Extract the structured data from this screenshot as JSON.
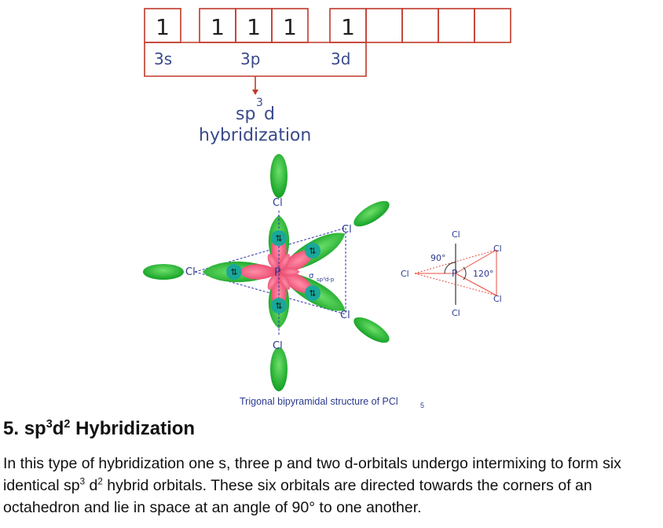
{
  "orbital_diagram": {
    "s_label": "3s",
    "p_label": "3p",
    "d_label": "3d",
    "electron_symbol": "1",
    "hybrid_prefix": "sp",
    "hybrid_sup": "3",
    "hybrid_suffix": "d",
    "hybrid_word": "hybridization",
    "colors": {
      "box": "#c0392b",
      "label": "#3a4a8a"
    }
  },
  "structure": {
    "central_atom": "P",
    "ligand_atom": "Cl",
    "sigma_symbol": "σ",
    "sigma_sub": "sp³d-p",
    "pair_symbol": "⇅",
    "angle_axial": "90°",
    "angle_equatorial": "120°",
    "caption_main": "Trigonal bipyramidal structure of PCl",
    "caption_sub": "5",
    "colors": {
      "lobe_green": "#1fae2c",
      "lobe_pink": "#f0607e",
      "electron_teal": "#1aa79a"
    }
  },
  "section": {
    "number": "5.",
    "sp": "sp",
    "sup3": "3",
    "d": "d",
    "sup2": "2",
    "word": "Hybridization",
    "para_1": "In this type of hybridization one s, three p and two d-orbitals undergo intermixing to form six identical sp",
    "para_sup3": "3",
    "para_2": " d",
    "para_sup2": "2",
    "para_3": " hybrid orbitals. These six orbitals are directed towards the corners of an octahedron and lie in space at an angle of 90° to one another."
  }
}
